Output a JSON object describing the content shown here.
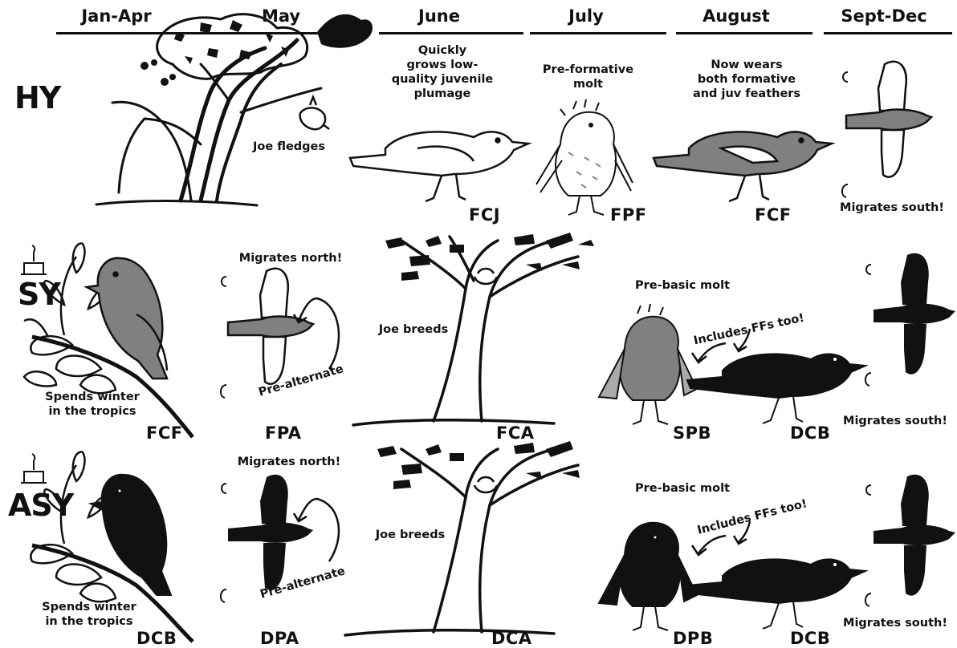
{
  "months": [
    "Jan-Apr",
    "May",
    "June",
    "July",
    "August",
    "Sept-Dec"
  ],
  "ages": {
    "hy": "HY",
    "sy": "SY",
    "asy": "ASY"
  },
  "hy": {
    "joe_fledges": "Joe fledges",
    "june_note": [
      "Quickly",
      "grows low-",
      "quality juvenile",
      "plumage"
    ],
    "july_note": [
      "Pre-formative",
      "molt"
    ],
    "aug_note": [
      "Now wears",
      "both formative",
      "and juv feathers"
    ],
    "sept_note": "Migrates south!",
    "codes": {
      "june": "FCJ",
      "july": "FPF",
      "august": "FCF"
    }
  },
  "sy": {
    "winter_note": [
      "Spends winter",
      "in the tropics"
    ],
    "migrates_north": "Migrates north!",
    "pre_alternate": "Pre-alternate",
    "joe_breeds": "Joe breeds",
    "pre_basic": "Pre-basic molt",
    "includes_ffs": "Includes FFs too!",
    "migrates_south": "Migrates south!",
    "codes": {
      "janapr": "FCF",
      "may": "FPA",
      "june": "FCA",
      "july_aug_a": "SPB",
      "july_aug_b": "DCB"
    }
  },
  "asy": {
    "winter_note": [
      "Spends winter",
      "in the tropics"
    ],
    "migrates_north": "Migrates north!",
    "pre_alternate": "Pre-alternate",
    "joe_breeds": "Joe breeds",
    "pre_basic": "Pre-basic molt",
    "includes_ffs": "Includes FFs too!",
    "migrates_south": "Migrates south!",
    "codes": {
      "janapr": "DCB",
      "may": "DPA",
      "june": "DCA",
      "july_aug_a": "DPB",
      "july_aug_b": "DCB"
    }
  },
  "colors": {
    "ink": "#111111",
    "gray_bird": "#808080",
    "paper": "#ffffff"
  }
}
